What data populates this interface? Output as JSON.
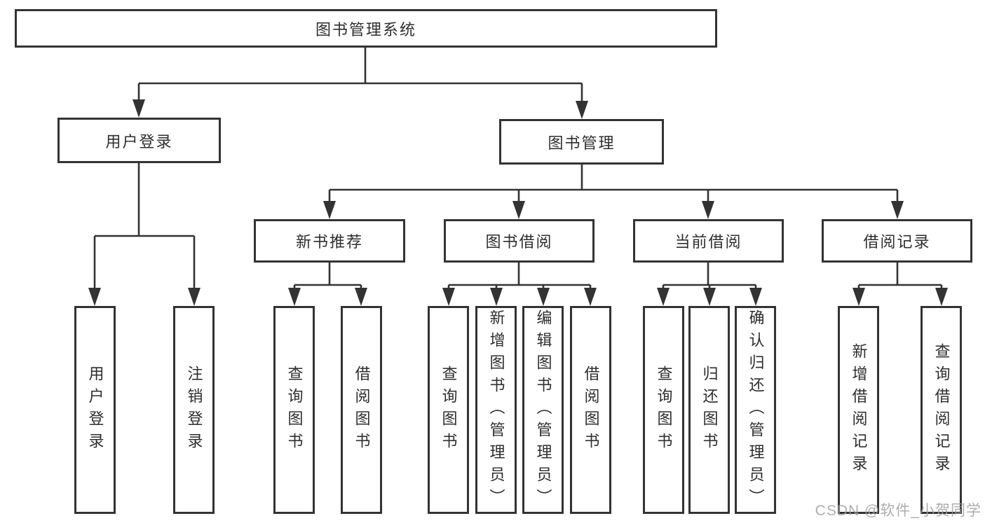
{
  "diagram": {
    "type": "hierarchy-tree",
    "nodes": {
      "root": "图书管理系统",
      "level2": [
        "用户登录",
        "图书管理"
      ],
      "level3": [
        "新书推荐",
        "图书借阅",
        "当前借阅",
        "借阅记录"
      ],
      "leaves_user_login": [
        "用户登录",
        "注销登录"
      ],
      "leaves_new_book": [
        "查询图书",
        "借阅图书"
      ],
      "leaves_book_borrow": [
        "查询图书",
        "新增图书（管理员）",
        "编辑图书（管理员）",
        "借阅图书"
      ],
      "leaves_current_borrow": [
        "查询图书",
        "归还图书",
        "确认归还（管理员）"
      ],
      "leaves_borrow_records": [
        "新增借阅记录",
        "查询借阅记录"
      ]
    },
    "structure": {
      "图书管理系统": {
        "用户登录": [
          "用户登录",
          "注销登录"
        ],
        "图书管理": {
          "新书推荐": [
            "查询图书",
            "借阅图书"
          ],
          "图书借阅": [
            "查询图书",
            "新增图书（管理员）",
            "编辑图书（管理员）",
            "借阅图书"
          ],
          "当前借阅": [
            "查询图书",
            "归还图书",
            "确认归还（管理员）"
          ],
          "借阅记录": [
            "新增借阅记录",
            "查询借阅记录"
          ]
        }
      }
    },
    "colors": {
      "line": "#333333",
      "text": "#2e2e2e",
      "background": "#ffffff",
      "watermark": "#a0a0a0"
    }
  },
  "watermark": "CSDN @软件_小贺同学"
}
